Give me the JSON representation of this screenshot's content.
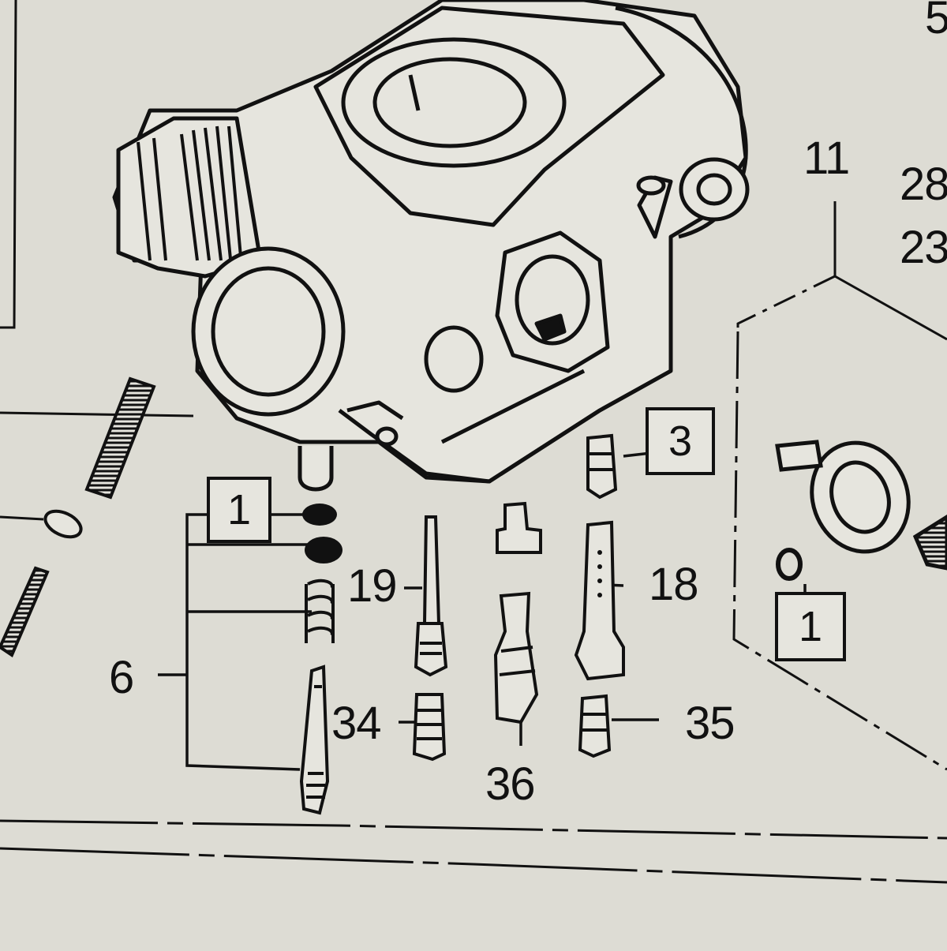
{
  "diagram": {
    "part_refs": {
      "r5": "5",
      "r11": "11",
      "r28": "28",
      "r23": "23",
      "r19": "19",
      "r18": "18",
      "r6": "6",
      "r34": "34",
      "r36": "36",
      "r35": "35"
    },
    "boxed_refs": {
      "set_1_left": "1",
      "set_3": "3",
      "set_1_right": "1"
    }
  },
  "colors": {
    "paper": "#dddcd4",
    "ink": "#111111"
  }
}
